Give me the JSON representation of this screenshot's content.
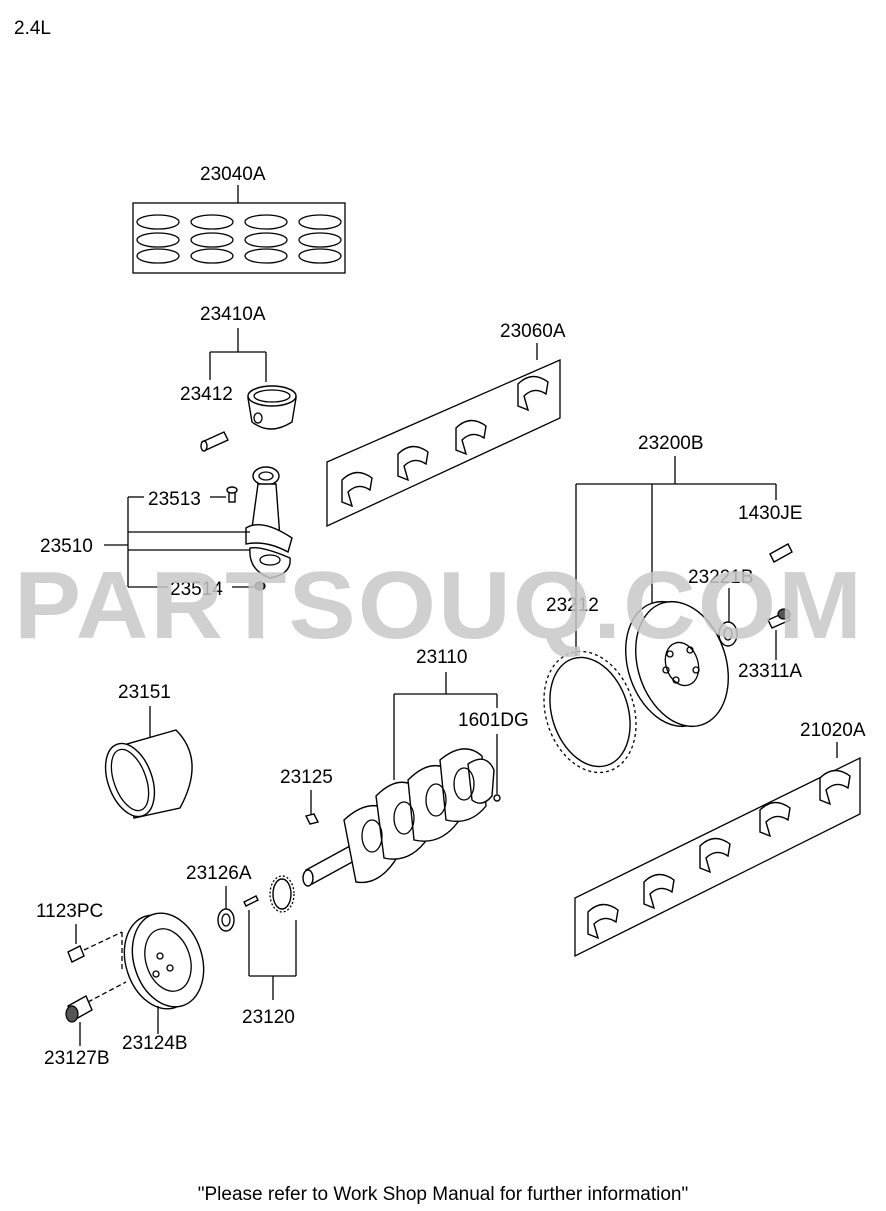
{
  "header": {
    "variant": "2.4L"
  },
  "watermark": "PARTSOUQ.COM",
  "labels": {
    "p23040A": "23040A",
    "p23410A": "23410A",
    "p23412": "23412",
    "p23060A": "23060A",
    "p23513": "23513",
    "p23510": "23510",
    "p23514": "23514",
    "p23200B": "23200B",
    "p1430JE": "1430JE",
    "p23221B": "23221B",
    "p23212": "23212",
    "p23311A": "23311A",
    "p23110": "23110",
    "p1601DG": "1601DG",
    "p23151": "23151",
    "p21020A": "21020A",
    "p23125": "23125",
    "p23126A": "23126A",
    "p1123PC": "1123PC",
    "p23120": "23120",
    "p23124B": "23124B",
    "p23127B": "23127B"
  },
  "footer": {
    "note": "\"Please refer to Work Shop Manual for further information\""
  }
}
